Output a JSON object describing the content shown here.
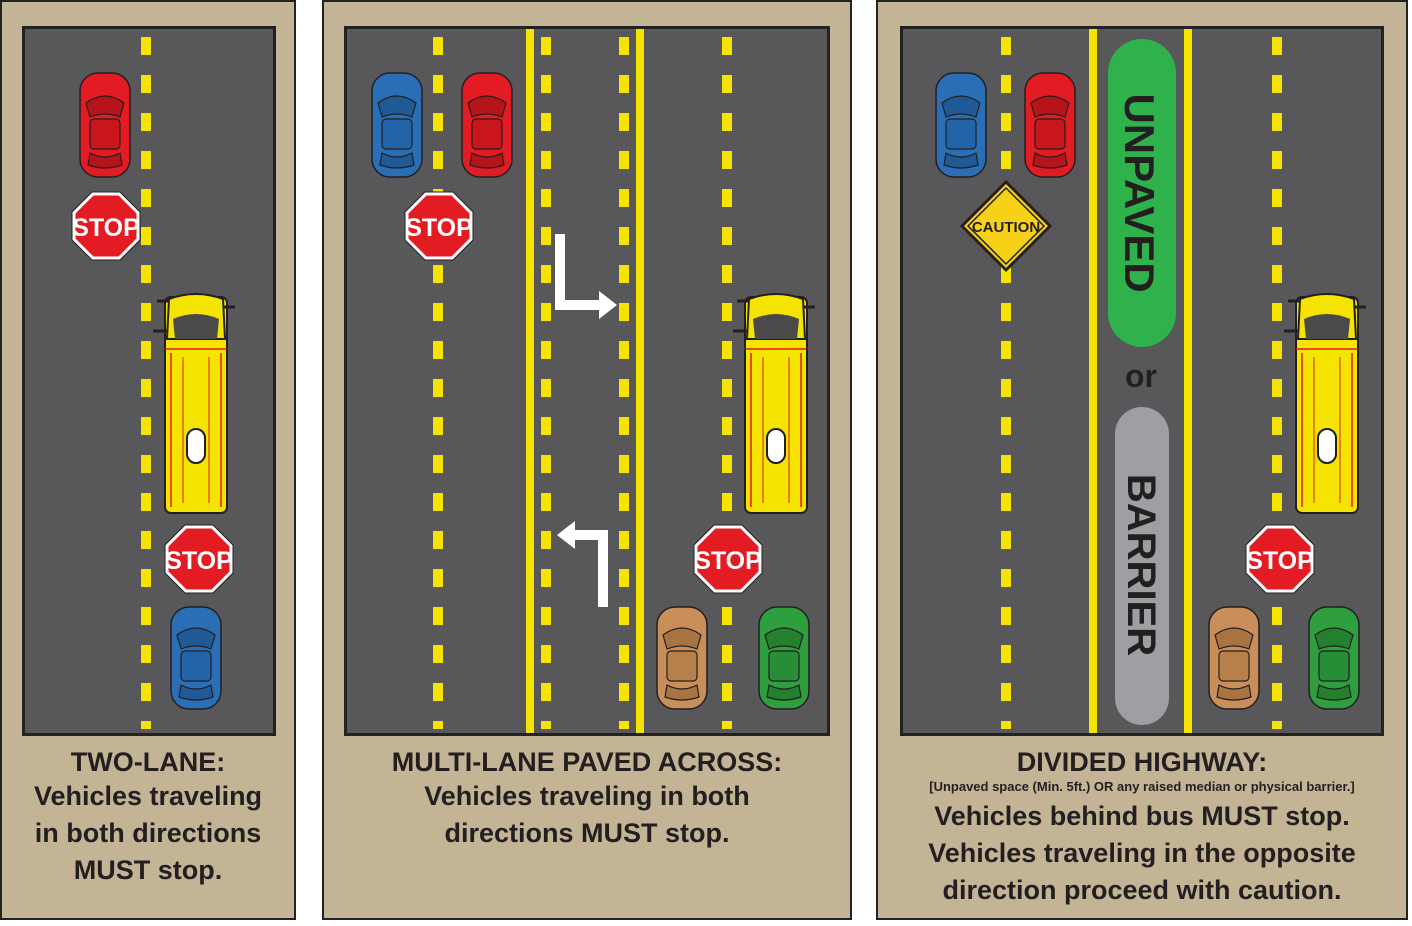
{
  "panels": [
    {
      "title": "TWO-LANE:",
      "lines": [
        "Vehicles traveling",
        "in both directions",
        "MUST stop."
      ]
    },
    {
      "title": "MULTI-LANE PAVED ACROSS:",
      "lines": [
        "Vehicles traveling in both",
        "directions MUST stop."
      ]
    },
    {
      "title": "DIVIDED HIGHWAY:",
      "note": "[Unpaved space (Min. 5ft.) OR any raised median or physical barrier.]",
      "lines": [
        "Vehicles behind bus MUST stop.",
        "Vehicles traveling in the opposite",
        "direction proceed with caution."
      ]
    }
  ],
  "signs": {
    "stop": "STOP",
    "caution": "CAUTION",
    "unpaved": "UNPAVED",
    "or": "or",
    "barrier": "BARRIER"
  },
  "colors": {
    "panel": "#c4b496",
    "road": "#58585a",
    "lane_line": "#f5e400",
    "stop_sign": "#e31b23",
    "caution_sign": "#f7d117",
    "bus": "#f5e400",
    "car_red": "#e31b23",
    "car_blue": "#2a6fb5",
    "car_tan": "#c98f5a",
    "car_green": "#2e9e3e",
    "unpaved_median": "#2fb24c",
    "barrier_median": "#9d9fa2"
  }
}
